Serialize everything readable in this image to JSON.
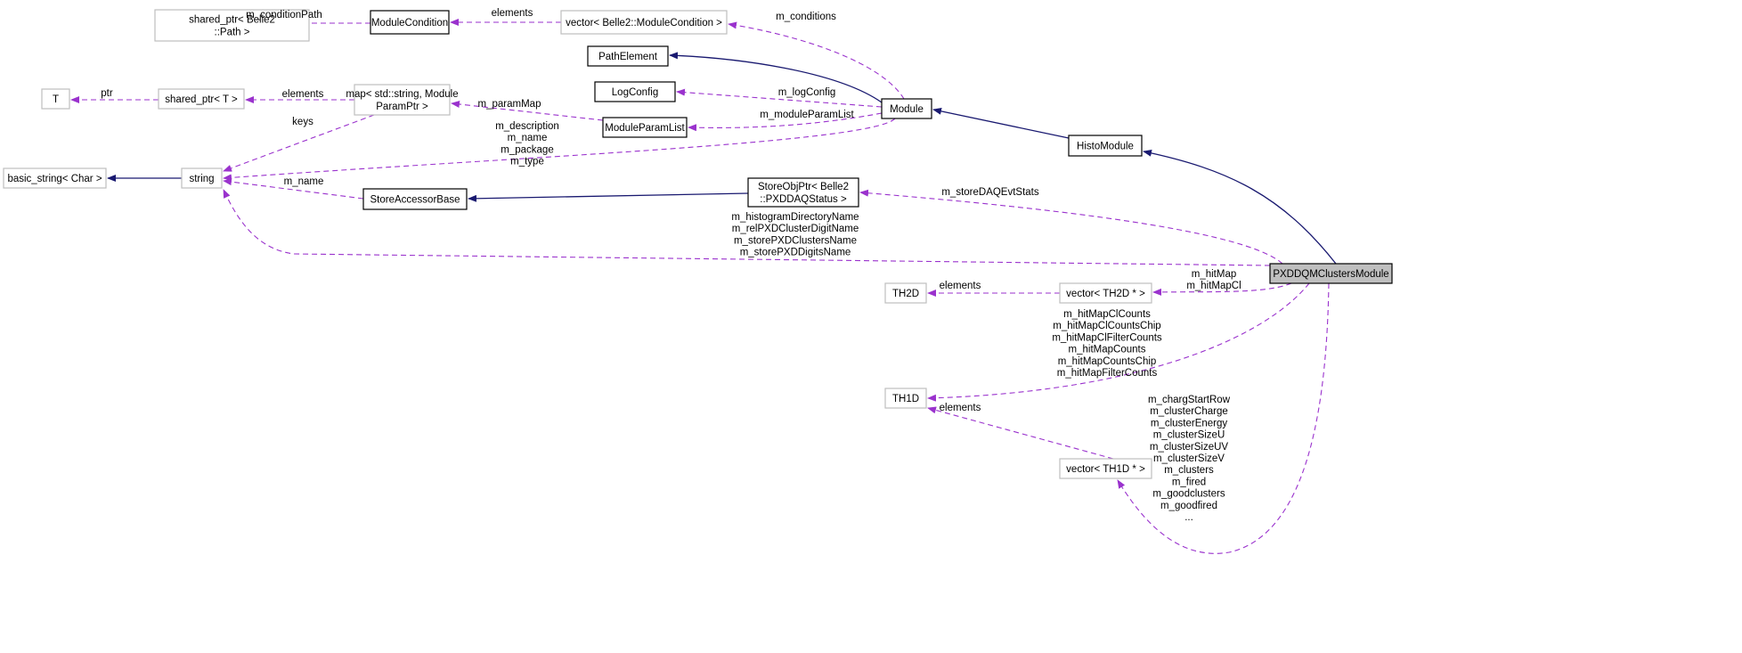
{
  "colors": {
    "usage_edge": "#9a32cd",
    "inherit_edge": "#191970",
    "main_fill": "#bfbfbf",
    "external_border": "#bfbfbf"
  },
  "nodes": {
    "shared_ptr_path": [
      "shared_ptr< Belle2",
      "::Path >"
    ],
    "module_condition": [
      "ModuleCondition"
    ],
    "vector_module_condition": [
      "vector< Belle2::ModuleCondition >"
    ],
    "path_element": [
      "PathElement"
    ],
    "log_config": [
      "LogConfig"
    ],
    "module_param_list": [
      "ModuleParamList"
    ],
    "module": [
      "Module"
    ],
    "histo_module": [
      "HistoModule"
    ],
    "t": [
      "T"
    ],
    "shared_ptr_t": [
      "shared_ptr< T >"
    ],
    "map_param": [
      "map< std::string, Module",
      "ParamPtr >"
    ],
    "basic_string": [
      "basic_string< Char >"
    ],
    "string": [
      "string"
    ],
    "store_accessor_base": [
      "StoreAccessorBase"
    ],
    "store_obj_ptr": [
      "StoreObjPtr< Belle2",
      "::PXDDAQStatus >"
    ],
    "pxd_dqm_clusters_module": [
      "PXDDQMClustersModule"
    ],
    "th2d": [
      "TH2D"
    ],
    "vector_th2d": [
      "vector< TH2D * >"
    ],
    "th1d": [
      "TH1D"
    ],
    "vector_th1d": [
      "vector< TH1D * >"
    ]
  },
  "edge_labels": {
    "condition_path": [
      "m_conditionPath"
    ],
    "cond_elements": [
      "elements"
    ],
    "conditions": [
      "m_conditions"
    ],
    "ptr": [
      "ptr"
    ],
    "sp_elements": [
      "elements"
    ],
    "param_map": [
      "m_paramMap"
    ],
    "log_config": [
      "m_logConfig"
    ],
    "module_param_list": [
      "m_moduleParamList"
    ],
    "keys": [
      "keys"
    ],
    "module_strings": [
      "m_description",
      "m_name",
      "m_package",
      "m_type"
    ],
    "accessor_name": [
      "m_name"
    ],
    "daq_evt_stats": [
      "m_storeDAQEvtStats"
    ],
    "cluster_strings": [
      "m_histogramDirectoryName",
      "m_relPXDClusterDigitName",
      "m_storePXDClustersName",
      "m_storePXDDigitsName"
    ],
    "hitmap_vec": [
      "m_hitMap",
      "m_hitMapCl"
    ],
    "th2d_elements": [
      "elements"
    ],
    "th1d_members": [
      "m_hitMapClCounts",
      "m_hitMapClCountsChip",
      "m_hitMapClFilterCounts",
      "m_hitMapCounts",
      "m_hitMapCountsChip",
      "m_hitMapFilterCounts"
    ],
    "th1d_elements": [
      "elements"
    ],
    "th1d_vec_members": [
      "m_chargStartRow",
      "m_clusterCharge",
      "m_clusterEnergy",
      "m_clusterSizeU",
      "m_clusterSizeUV",
      "m_clusterSizeV",
      "m_clusters",
      "m_fired",
      "m_goodclusters",
      "m_goodfired",
      "..."
    ]
  }
}
